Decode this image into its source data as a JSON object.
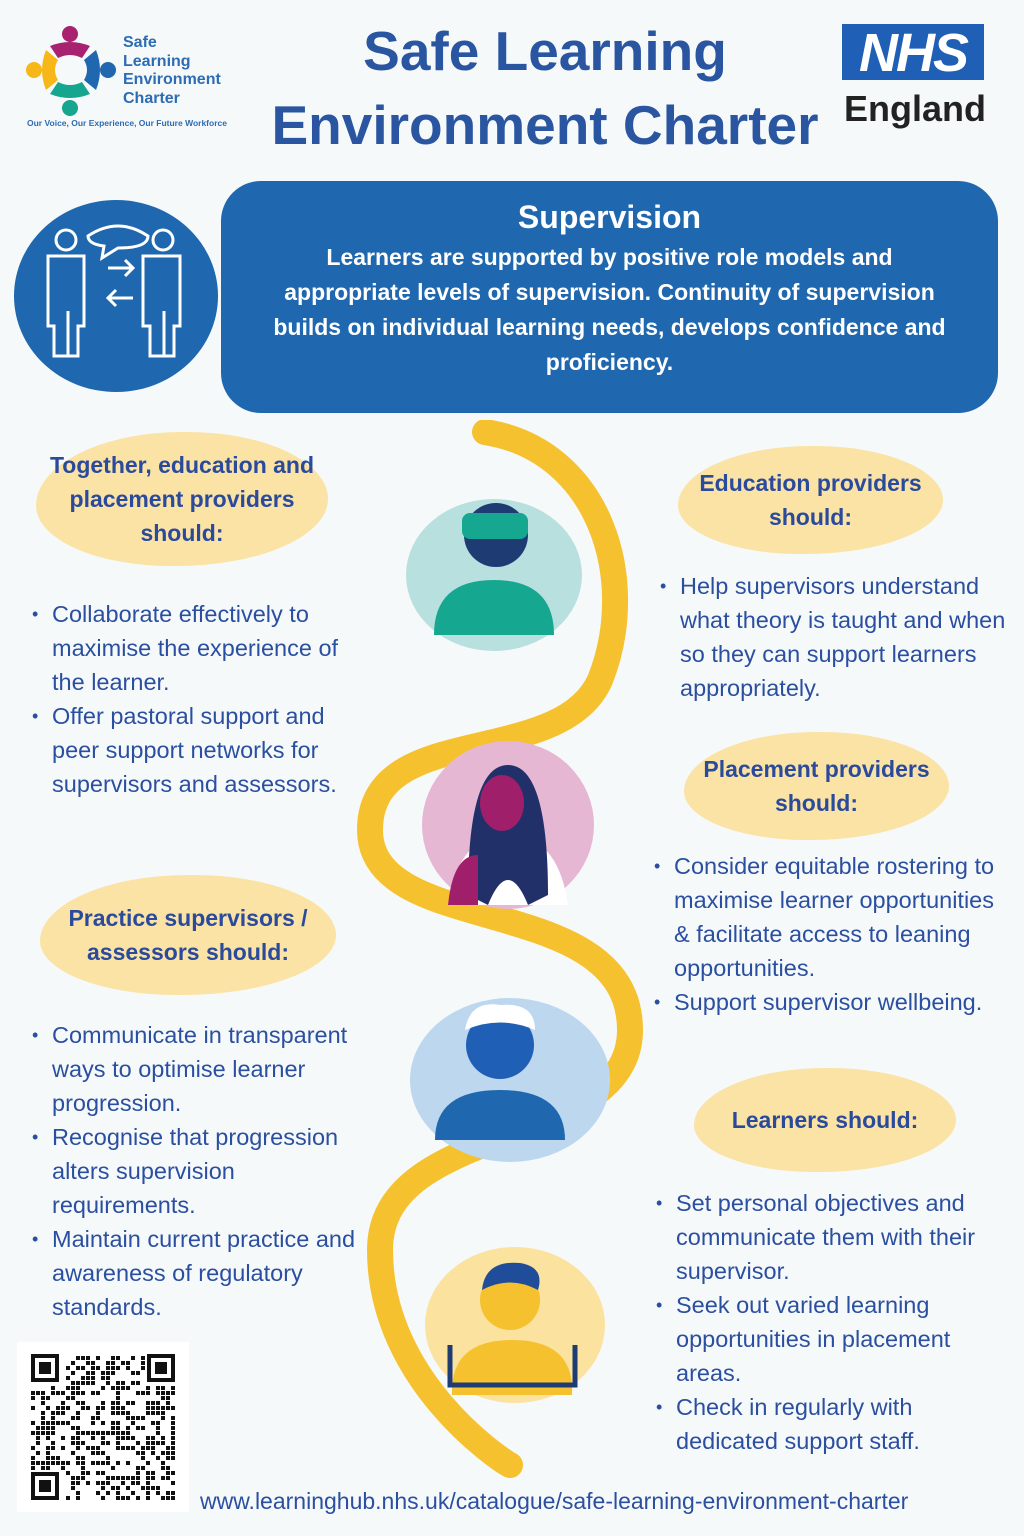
{
  "logo": {
    "lines": [
      "Safe",
      "Learning",
      "Environment",
      "Charter"
    ],
    "tagline": "Our Voice, Our Experience, Our Future Workforce"
  },
  "title": [
    "Safe Learning",
    "Environment Charter"
  ],
  "nhs": {
    "badge": "NHS",
    "region": "England"
  },
  "banner": {
    "heading": "Supervision",
    "text": "Learners are supported by positive role models and appropriate levels of supervision. Continuity of supervision builds on individual learning needs, develops confidence and proficiency."
  },
  "sections": {
    "together": {
      "heading": "Together, education and placement providers should:",
      "items": [
        "Collaborate effectively to maximise the experience of the learner.",
        "Offer pastoral support and peer support networks for supervisors and assessors."
      ]
    },
    "practice": {
      "heading": "Practice supervisors / assessors should:",
      "items": [
        "Communicate in transparent ways to optimise learner progression.",
        "Recognise that progression alters supervision requirements.",
        "Maintain current practice and awareness of regulatory standards."
      ]
    },
    "education": {
      "heading": "Education providers should:",
      "items": [
        "Help supervisors understand what theory is taught and when so they can support learners appropriately."
      ]
    },
    "placement": {
      "heading": "Placement providers should:",
      "items": [
        "Consider equitable rostering to maximise learner opportunities & facilitate access to leaning opportunities.",
        "Support supervisor wellbeing."
      ]
    },
    "learners": {
      "heading": "Learners should:",
      "items": [
        "Set personal objectives and communicate them with their supervisor.",
        "Seek out varied learning opportunities in placement areas.",
        "Check in regularly with dedicated support staff."
      ]
    }
  },
  "url": "www.learninghub.nhs.uk/catalogue/safe-learning-environment-charter",
  "colors": {
    "blue": "#1f67ae",
    "yellow": "#f6c12f",
    "peach": "#fbe3a6",
    "text": "#2b4fa0"
  }
}
